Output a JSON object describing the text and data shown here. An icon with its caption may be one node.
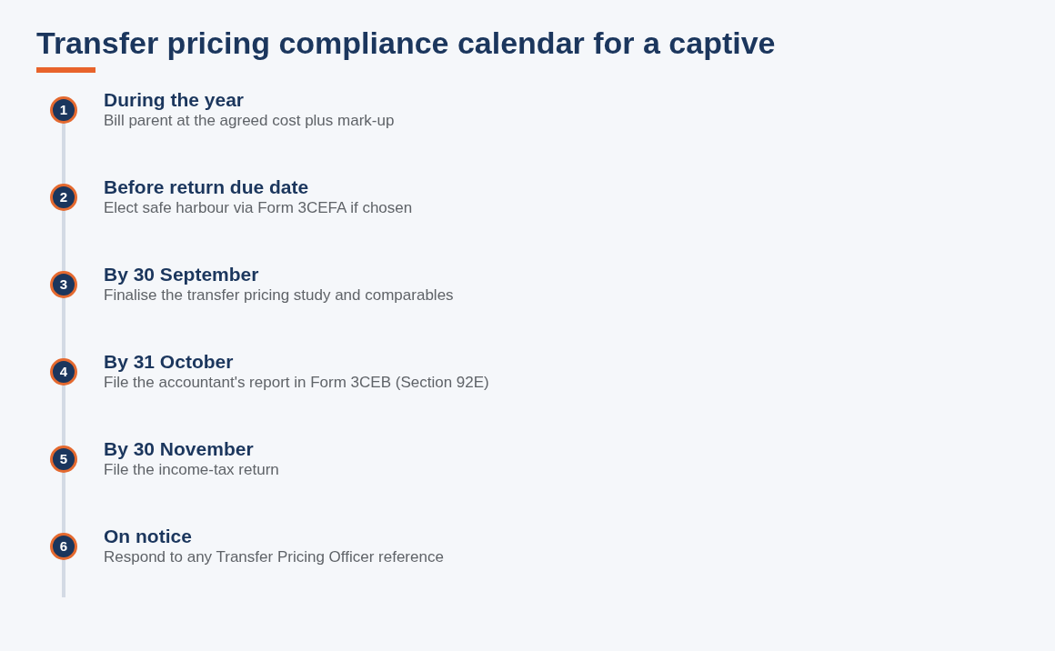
{
  "diagram": {
    "title": "Transfer pricing compliance calendar for a captive",
    "nodes": [
      {
        "text": [
          "1"
        ],
        "beside": [
          "During the year",
          "Bill parent at the agreed cost plus mark-up"
        ]
      },
      {
        "text": [
          "2"
        ],
        "beside": [
          "Before return due date",
          "Elect safe harbour via Form 3CEFA if chosen"
        ]
      },
      {
        "text": [
          "3"
        ],
        "beside": [
          "By 30 September",
          "Finalise the transfer pricing study and comparables"
        ]
      },
      {
        "text": [
          "4"
        ],
        "beside": [
          "By 31 October",
          "File the accountant's report in Form 3CEB (Section 92E)"
        ]
      },
      {
        "text": [
          "5"
        ],
        "beside": [
          "By 30 November",
          "File the income-tax return"
        ]
      },
      {
        "text": [
          "6"
        ],
        "beside": [
          "On notice",
          "Respond to any Transfer Pricing Officer reference"
        ]
      }
    ]
  }
}
